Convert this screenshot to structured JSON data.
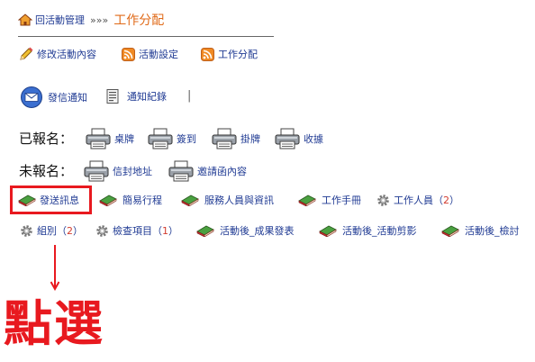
{
  "breadcrumb": {
    "back_label": "回活動管理",
    "separator": "»»»",
    "current": "工作分配"
  },
  "toolbar": {
    "edit_label": "修改活動內容",
    "settings_label": "活動設定",
    "assign_label": "工作分配"
  },
  "notify": {
    "send_label": "發信通知",
    "log_label": "通知紀錄",
    "divider": "|"
  },
  "registered": {
    "label": "已報名：",
    "items": [
      "桌牌",
      "簽到",
      "掛牌",
      "收據"
    ]
  },
  "unregistered": {
    "label": "未報名：",
    "items": [
      "信封地址",
      "邀請函內容"
    ]
  },
  "row1": {
    "send_msg": "發送訊息",
    "schedule": "簡易行程",
    "staff_info": "服務人員與資訊",
    "handbook": "工作手冊",
    "staff": "工作人員",
    "staff_count": "2"
  },
  "row2": {
    "group": "組別",
    "group_count": "2",
    "check": "檢查項目",
    "check_count": "1",
    "result": "活動後_成果發表",
    "photo": "活動後_活動剪影",
    "review": "活動後_檢討"
  },
  "annotation": {
    "arrow": "↓",
    "text": "點選"
  },
  "colors": {
    "link": "#1f3a93",
    "current": "#e06a18",
    "highlight": "#e8191f"
  }
}
